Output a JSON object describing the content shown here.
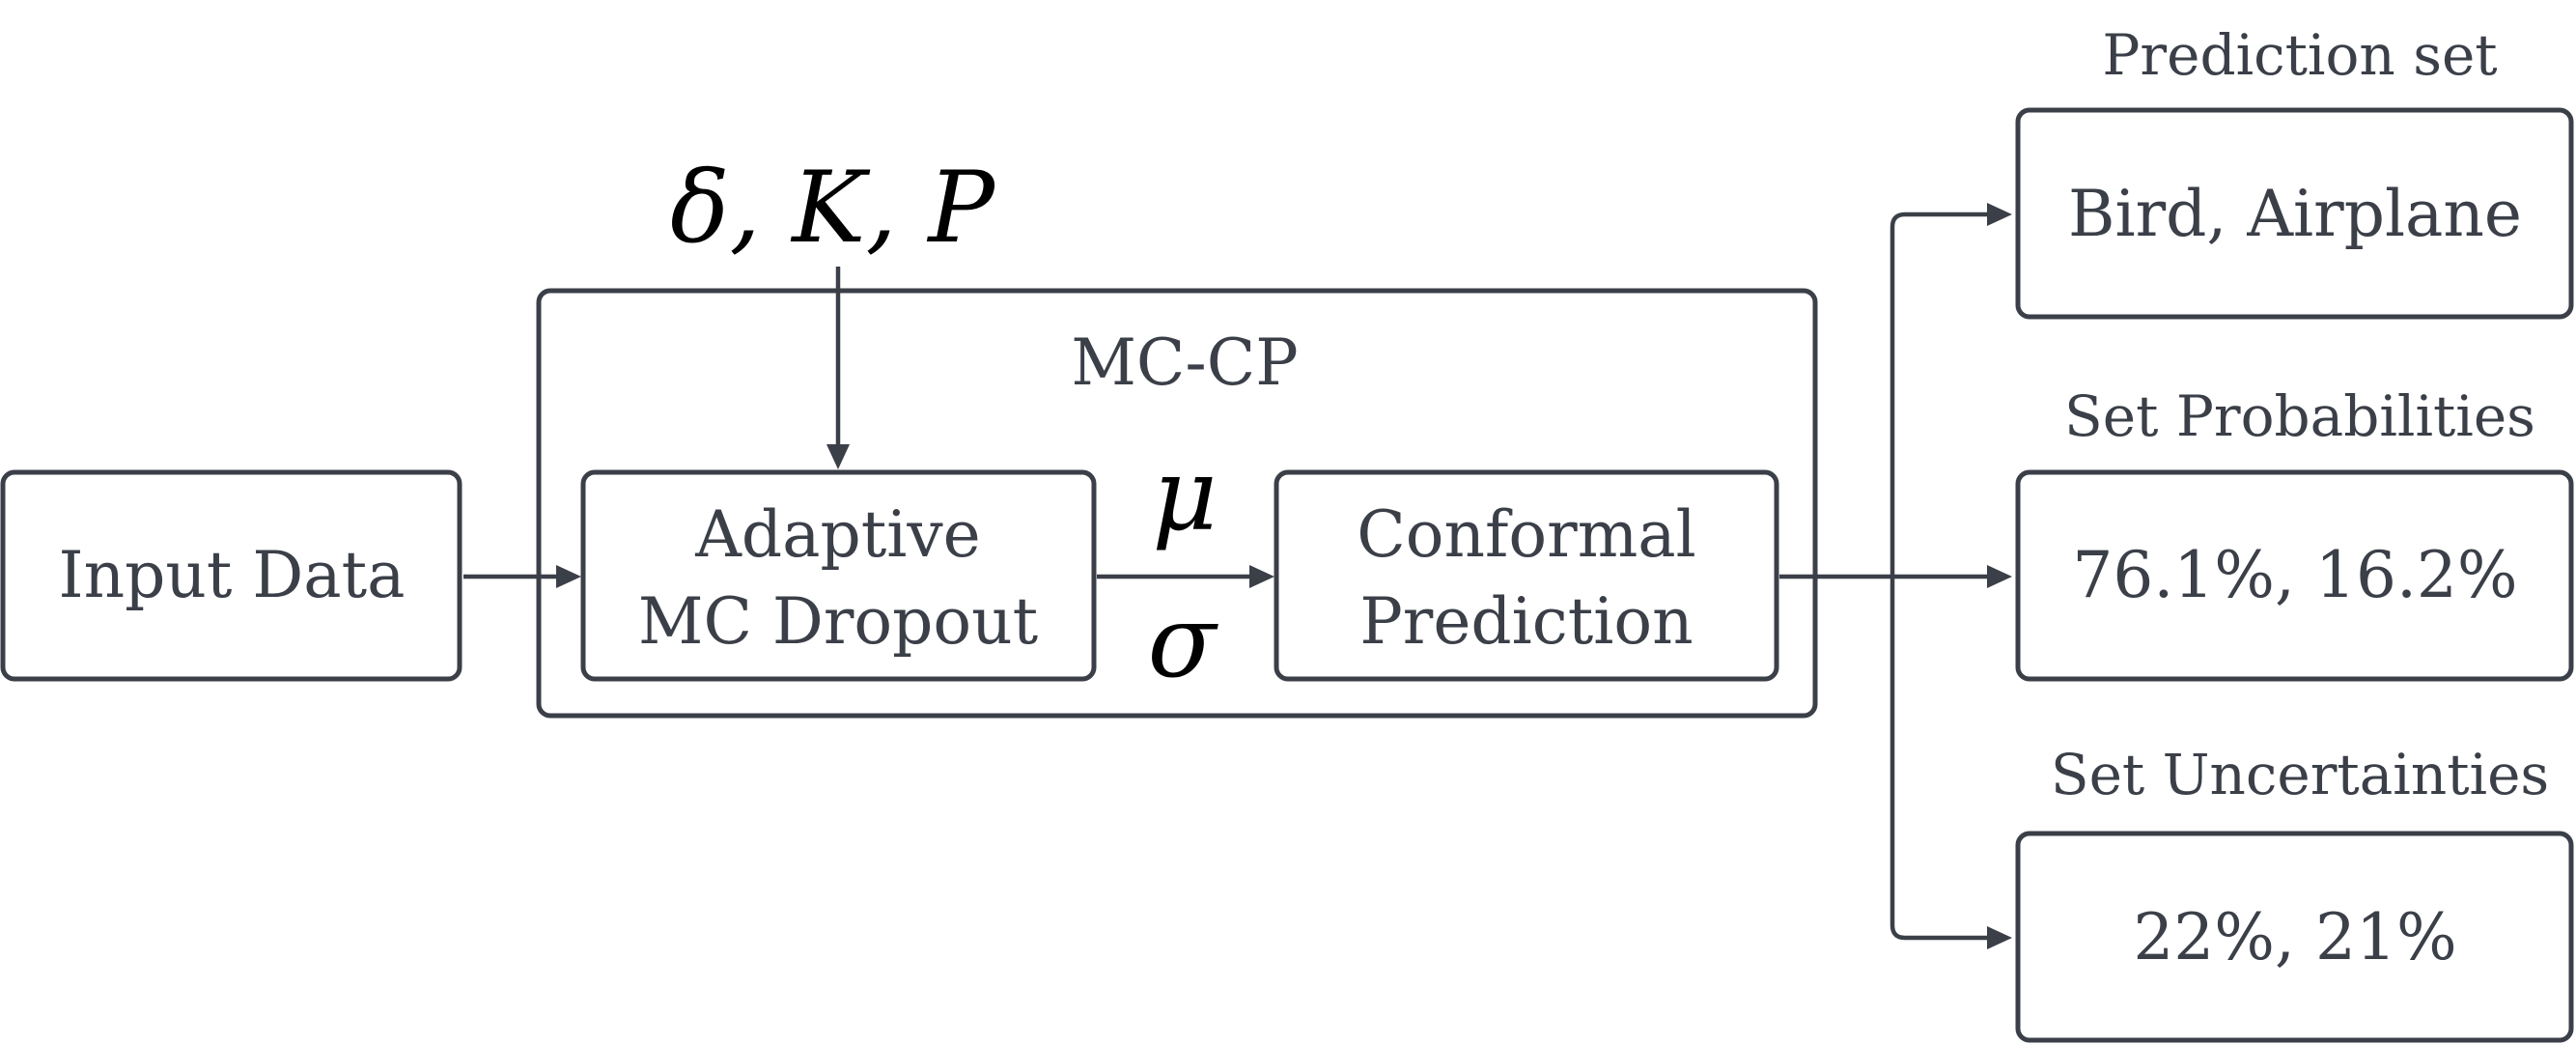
{
  "diagram": {
    "input_box": {
      "label": "Input Data"
    },
    "params": {
      "label": "δ, K, P"
    },
    "container": {
      "label": "MC-CP"
    },
    "dropout_box": {
      "line1": "Adaptive",
      "line2": "MC Dropout"
    },
    "mu_symbol": "μ",
    "sigma_symbol": "σ",
    "conformal_box": {
      "line1": "Conformal",
      "line2": "Prediction"
    },
    "outputs": [
      {
        "title": "Prediction set",
        "value": "Bird, Airplane"
      },
      {
        "title": "Set Probabilities",
        "value": "76.1%, 16.2%"
      },
      {
        "title": "Set Uncertainties",
        "value": "22%, 21%"
      }
    ]
  },
  "colors": {
    "stroke": "#3b3f48",
    "text": "#3b3f48",
    "math_text": "#000000",
    "background": "#ffffff"
  }
}
